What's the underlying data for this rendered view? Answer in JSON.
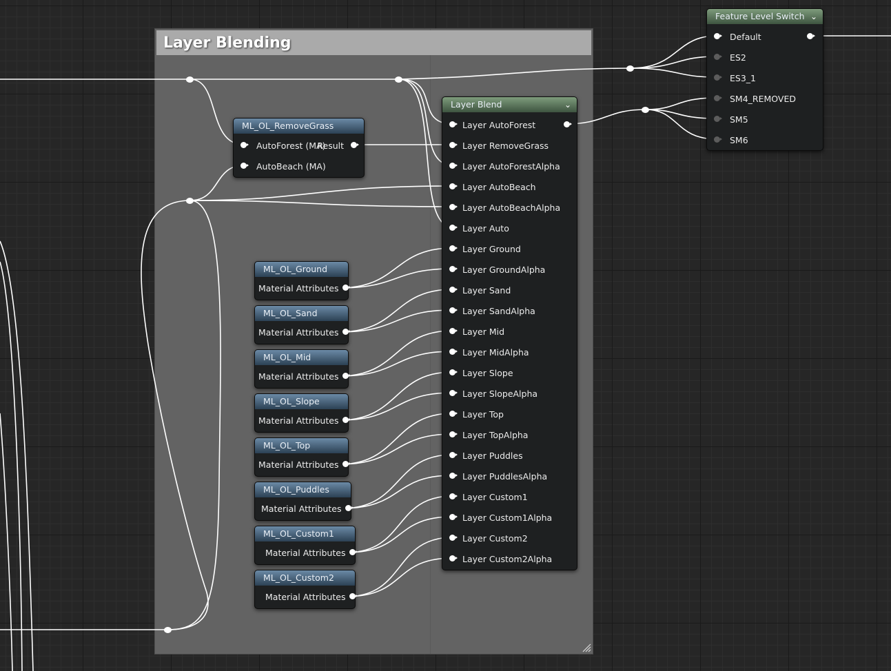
{
  "comment": {
    "title": "Layer Blending"
  },
  "feature_switch": {
    "title": "Feature Level Switch",
    "output": "Default",
    "inputs": [
      "Default",
      "ES2",
      "ES3_1",
      "SM4_REMOVED",
      "SM5",
      "SM6"
    ]
  },
  "remove_grass": {
    "title": "ML_OL_RemoveGrass",
    "input1": "AutoForest (MA)",
    "input2": "AutoBeach (MA)",
    "output": "Result"
  },
  "layer_blend": {
    "title": "Layer Blend",
    "inputs": [
      "Layer AutoForest",
      "Layer RemoveGrass",
      "Layer AutoForestAlpha",
      "Layer AutoBeach",
      "Layer AutoBeachAlpha",
      "Layer Auto",
      "Layer Ground",
      "Layer GroundAlpha",
      "Layer Sand",
      "Layer SandAlpha",
      "Layer Mid",
      "Layer MidAlpha",
      "Layer Slope",
      "Layer SlopeAlpha",
      "Layer Top",
      "Layer TopAlpha",
      "Layer Puddles",
      "Layer PuddlesAlpha",
      "Layer Custom1",
      "Layer Custom1Alpha",
      "Layer Custom2",
      "Layer Custom2Alpha"
    ]
  },
  "layer_functions": [
    {
      "title": "ML_OL_Ground",
      "output": "Material Attributes"
    },
    {
      "title": "ML_OL_Sand",
      "output": "Material Attributes"
    },
    {
      "title": "ML_OL_Mid",
      "output": "Material Attributes"
    },
    {
      "title": "ML_OL_Slope",
      "output": "Material Attributes"
    },
    {
      "title": "ML_OL_Top",
      "output": "Material Attributes"
    },
    {
      "title": "ML_OL_Puddles",
      "output": "Material Attributes"
    },
    {
      "title": "ML_OL_Custom1",
      "output": "Material Attributes"
    },
    {
      "title": "ML_OL_Custom2",
      "output": "Material Attributes"
    }
  ]
}
